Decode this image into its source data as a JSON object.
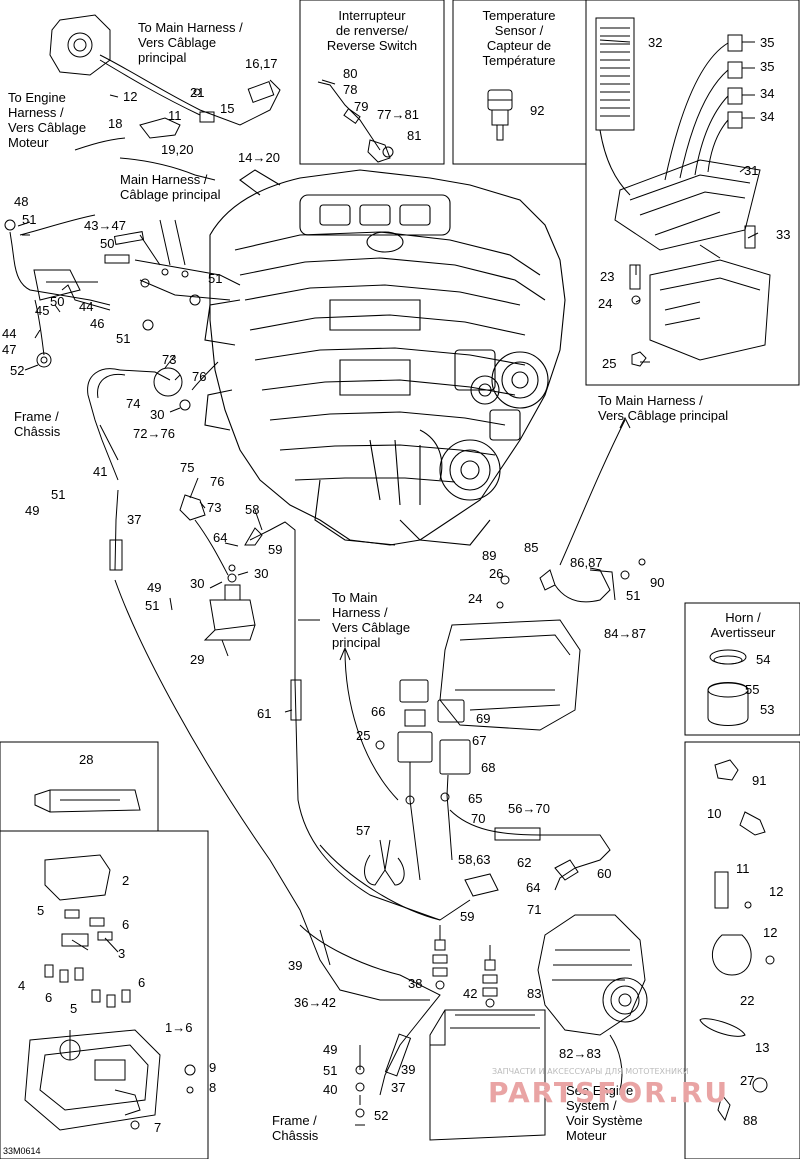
{
  "diagram_code": "33M0614",
  "boxes": {
    "interrupteur": "Interrupteur\nde renverse/\nReverse Switch",
    "temperature": "Temperature\nSensor /\nCapteur de\nTempérature",
    "horn": "Horn /\nAvertisseur"
  },
  "notes": {
    "to_main_top": "To Main Harness /\nVers Câblage\nprincipal",
    "to_engine": "To Engine\nHarness /\nVers Câblage\nMoteur",
    "main_harness_mid": "Main Harness /\nCâblage principal",
    "to_main_right": "To Main Harness /\nVers Câblage principal",
    "to_main_center": "To Main\nHarness /\nVers Câblage\nprincipal",
    "frame_left": "Frame /\nChâssis",
    "frame_bottom": "Frame /\nChâssis",
    "see_engine": "See Engine\nSystem /\nVoir Système\nMoteur"
  },
  "parts": [
    "16,17",
    "21",
    "15",
    "12",
    "11",
    "18",
    "19,20",
    "14→20",
    "80",
    "78",
    "79",
    "77→81",
    "81",
    "92",
    "32",
    "35",
    "35",
    "34",
    "34",
    "31",
    "33",
    "23",
    "24",
    "25",
    "48",
    "51",
    "43→47",
    "50",
    "51",
    "50",
    "44",
    "45",
    "46",
    "51",
    "44",
    "47",
    "52",
    "73",
    "76",
    "74",
    "30",
    "72→76",
    "41",
    "51",
    "49",
    "37",
    "75",
    "76",
    "73",
    "58",
    "64",
    "59",
    "30",
    "30",
    "49",
    "51",
    "29",
    "61",
    "89",
    "26",
    "24",
    "85",
    "86,87",
    "90",
    "51",
    "84→87",
    "54",
    "55",
    "53",
    "66",
    "69",
    "25",
    "67",
    "68",
    "65",
    "56→70",
    "70",
    "57",
    "58,63",
    "62",
    "59",
    "64",
    "60",
    "71",
    "91",
    "10",
    "11",
    "12",
    "12",
    "22",
    "13",
    "27",
    "88",
    "28",
    "2",
    "5",
    "6",
    "3",
    "6",
    "4",
    "6",
    "5",
    "1→6",
    "9",
    "8",
    "7",
    "39",
    "36→42",
    "38",
    "42",
    "83",
    "49",
    "51",
    "39",
    "40",
    "37",
    "52",
    "82→83"
  ],
  "watermark": {
    "tagline": "ЗАПЧАСТИ И АКСЕССУАРЫ ДЛЯ МОТОТЕХНИКИ",
    "brand": "PARTSFOR.RU"
  }
}
